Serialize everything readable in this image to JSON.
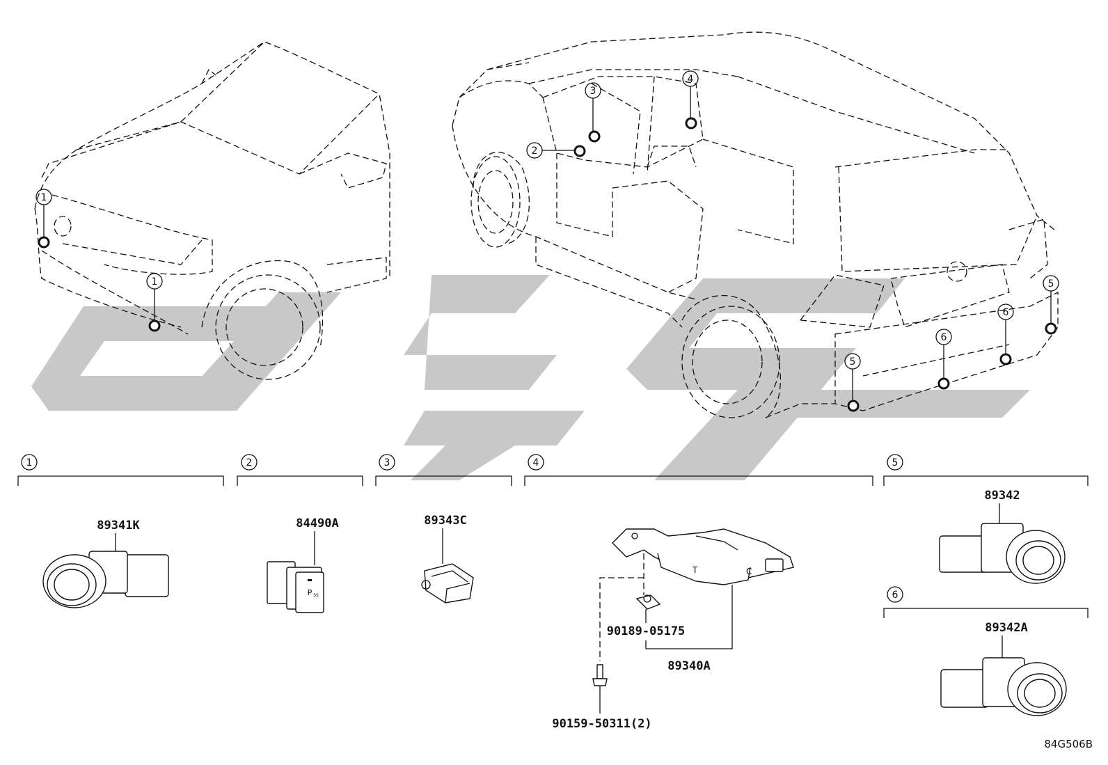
{
  "callouts": [
    {
      "num": "1",
      "part": "89341K",
      "label": "89341K"
    },
    {
      "num": "2",
      "part": "84490A",
      "label": "84490A"
    },
    {
      "num": "3",
      "part": "89343C",
      "label": "89343C"
    },
    {
      "num": "4",
      "part": "89340A",
      "label": "89340A",
      "sub_parts": [
        "90189-05175",
        "90159-50311(2)"
      ]
    },
    {
      "num": "5",
      "part": "89342",
      "label": "89342"
    },
    {
      "num": "6",
      "part": "89342A",
      "label": "89342A"
    }
  ],
  "labels": {
    "p1": "89341K",
    "p2": "84490A",
    "p3": "89343C",
    "p4_ecu": "89340A",
    "p4_nut": "90189-05175",
    "p4_bolt": "90159-50311(2)",
    "p5": "89342",
    "p6": "89342A",
    "switch_text": "P",
    "switch_sub": "SS",
    "ecu_t": "T",
    "ecu_c": "C",
    "ref_code": "84G506B"
  },
  "nums": {
    "n1": "1",
    "n2": "2",
    "n3": "3",
    "n4": "4",
    "n5": "5",
    "n6": "6"
  }
}
